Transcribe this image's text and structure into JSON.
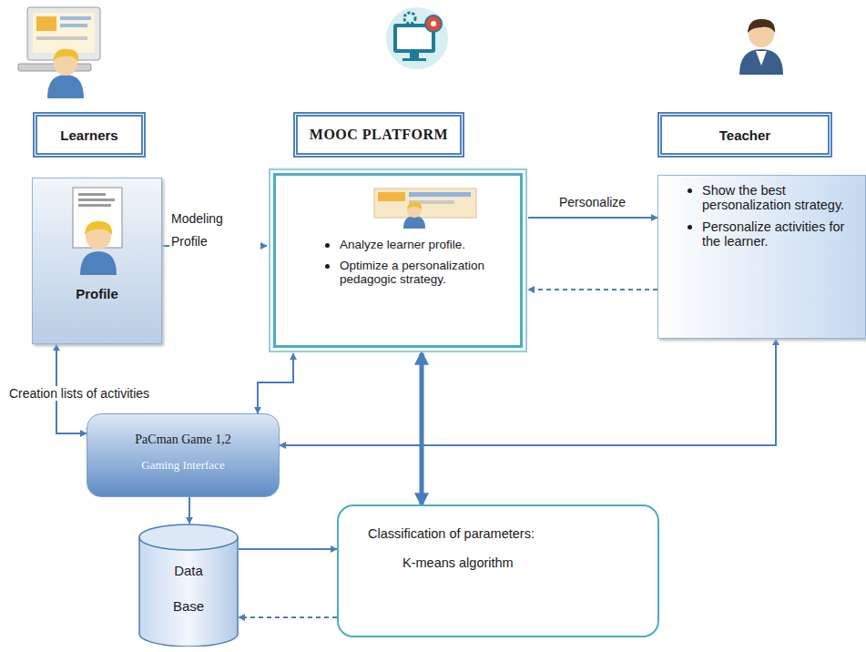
{
  "diagram": {
    "nodes": [
      {
        "text": [
          "Learners"
        ]
      },
      {
        "text": [
          "MOOC PLATFORM"
        ]
      },
      {
        "text": [
          "Teacher"
        ]
      },
      {
        "text": [
          "Profile"
        ]
      },
      {
        "text": [
          "Analyze learner profile.",
          "Optimize a personalization pedagogic strategy."
        ]
      },
      {
        "text": [
          "Show the best personalization strategy.",
          "Personalize activities for the learner."
        ]
      },
      {
        "text": [
          "PaCman Game 1,2",
          "Gaming Interface"
        ]
      },
      {
        "text": [
          "Data Base"
        ]
      },
      {
        "text": [
          "Classification of parameters:",
          "K-means algorithm"
        ]
      }
    ],
    "edges": [
      {
        "from": 3,
        "to": 4,
        "arrow": "to",
        "label": "Modeling Profile"
      },
      {
        "from": 4,
        "to": 5,
        "arrow": "to",
        "label": "Personalize"
      },
      {
        "from": 5,
        "to": 4,
        "arrow": "to"
      },
      {
        "from": 3,
        "to": 6,
        "arrow": "both",
        "label": "Creation lists of activities"
      },
      {
        "from": 4,
        "to": 6,
        "arrow": "both"
      },
      {
        "from": 5,
        "to": 6,
        "arrow": "both"
      },
      {
        "from": 4,
        "to": 8,
        "arrow": "both"
      },
      {
        "from": 6,
        "to": 7,
        "arrow": "to"
      },
      {
        "from": 7,
        "to": 8,
        "arrow": "to"
      },
      {
        "from": 8,
        "to": 7,
        "arrow": "to"
      }
    ]
  }
}
